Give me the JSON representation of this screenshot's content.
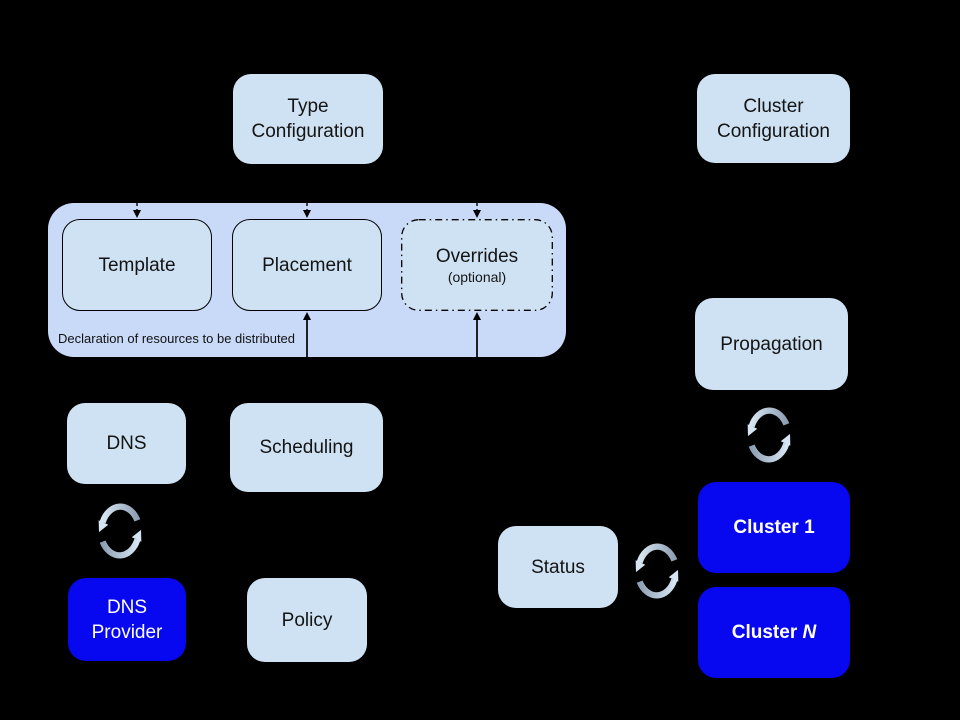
{
  "background": "#000000",
  "colors": {
    "node_fill": "#cfe2f3",
    "group_fill": "#c9daf8",
    "highlight_fill": "#0707f0",
    "node_text": "#141414",
    "highlight_text": "#ffffff",
    "connector": "#000000",
    "sync_icon_light": "#d7e5f3",
    "sync_icon_gray": "#8da0b3"
  },
  "icons": {
    "sync": "circular-sync-arrows"
  },
  "nodes": {
    "type_configuration": {
      "lines": [
        "Type",
        "Configuration"
      ]
    },
    "cluster_configuration": {
      "lines": [
        "Cluster",
        "Configuration"
      ]
    },
    "template": {
      "label": "Template"
    },
    "placement": {
      "label": "Placement"
    },
    "overrides": {
      "label": "Overrides",
      "sublabel": "(optional)"
    },
    "declaration_group": {
      "caption": "Declaration of resources to be distributed"
    },
    "dns": {
      "label": "DNS"
    },
    "scheduling": {
      "label": "Scheduling"
    },
    "dns_provider": {
      "lines": [
        "DNS",
        "Provider"
      ]
    },
    "policy": {
      "label": "Policy"
    },
    "propagation": {
      "label": "Propagation"
    },
    "status": {
      "label": "Status"
    },
    "cluster_1": {
      "label": "Cluster 1"
    },
    "cluster_n": {
      "prefix": "Cluster ",
      "suffix": "N"
    }
  }
}
